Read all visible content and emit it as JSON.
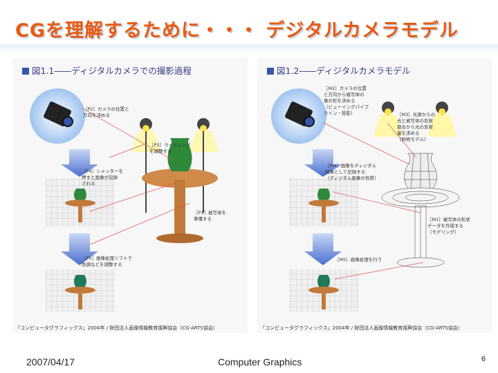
{
  "slide": {
    "title": "CGを理解するために・・・ デジタルカメラモデル"
  },
  "figure_left": {
    "caption": "図1.1――ディジタルカメラでの撮影過程",
    "labels": {
      "p2": [
        "［P2］カメラの位置と",
        "方向を決める"
      ],
      "p3": [
        "［P3］ライティング",
        "を調整する"
      ],
      "p4": [
        "［P4］シャッターを",
        "押すと画像が記録",
        "される"
      ],
      "p1": [
        "［P1］被写体を",
        "準備する"
      ],
      "p5": [
        "［P5］画像処理ソフトで",
        "色調などを調整する"
      ]
    },
    "source": "「コンピュータグラフィックス」2004年 / 財団法人画像情報教育振興協会（CG-ARTS協会）"
  },
  "figure_right": {
    "caption": "図1.2――ディジタルカメラモデル",
    "labels": {
      "m2": [
        "［M2］カメラの位置",
        "と方向から被写体の",
        "像の形を決める",
        "（ビューイングパイプ",
        "ライン・投影）"
      ],
      "m3": [
        "［M3］光源からの",
        "光と被写体の反射",
        "割合から光の反射",
        "量を求める",
        "（照明モデル）"
      ],
      "m4": [
        "［M4］画像をディジタル",
        "画像として記録する",
        "（ディジタル画像の性質）"
      ],
      "m1": [
        "［M1］被写体の形状",
        "データを作成する",
        "（モデリング）"
      ],
      "m5": [
        "［M5］画像処理を行う"
      ]
    },
    "source": "「コンピュータグラフィックス」2004年 / 財団法人画像情報教育振興協会（CG-ARTS協会）"
  },
  "footer": {
    "date": "2007/04/17",
    "course": "Computer Graphics",
    "page": "6"
  },
  "colors": {
    "title": "#e85a10",
    "caption": "#3a3a8a",
    "vase": "#2e8a3a",
    "table": "#d08a4a",
    "light": "#ffe34a",
    "arrow": "#5b7fd6",
    "callout_line": "#e05050"
  }
}
